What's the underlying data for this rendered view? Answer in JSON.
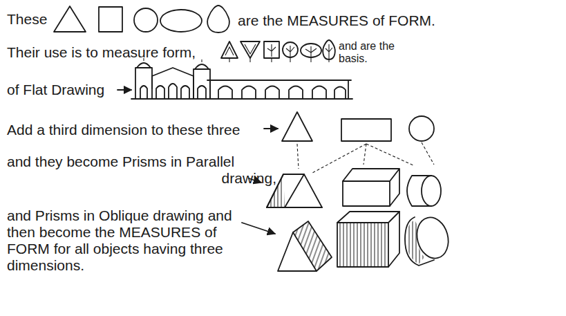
{
  "diagram": {
    "labels": [
      "These",
      "are the MEASURES of FORM.",
      "Their use is to measure form,",
      "and are the basis.",
      "of Flat Drawing",
      "Add a third dimension to these three",
      "and they become Prisms in Parallel drawing,",
      "and Prisms in Oblique drawing and then become the MEASURES of FORM for all objects having three dimensions."
    ]
  }
}
